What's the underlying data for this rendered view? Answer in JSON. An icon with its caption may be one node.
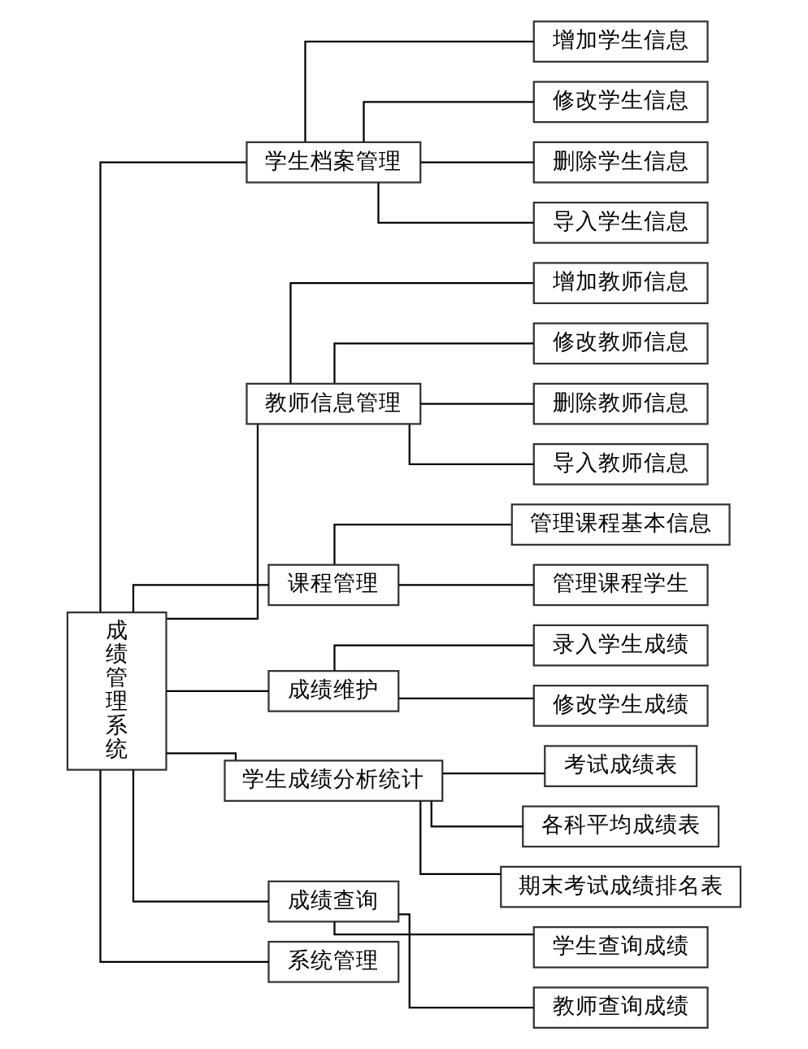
{
  "diagram": {
    "nodes": [
      {
        "text": [
          "成绩管理系统"
        ]
      },
      {
        "text": [
          "学生档案管理"
        ]
      },
      {
        "text": [
          "增加学生信息"
        ]
      },
      {
        "text": [
          "修改学生信息"
        ]
      },
      {
        "text": [
          "删除学生信息"
        ]
      },
      {
        "text": [
          "导入学生信息"
        ]
      },
      {
        "text": [
          "教师信息管理"
        ]
      },
      {
        "text": [
          "增加教师信息"
        ]
      },
      {
        "text": [
          "修改教师信息"
        ]
      },
      {
        "text": [
          "删除教师信息"
        ]
      },
      {
        "text": [
          "导入教师信息"
        ]
      },
      {
        "text": [
          "课程管理"
        ]
      },
      {
        "text": [
          "管理课程基本信息"
        ]
      },
      {
        "text": [
          "管理课程学生"
        ]
      },
      {
        "text": [
          "成绩维护"
        ]
      },
      {
        "text": [
          "录入学生成绩"
        ]
      },
      {
        "text": [
          "修改学生成绩"
        ]
      },
      {
        "text": [
          "学生成绩分析统计"
        ]
      },
      {
        "text": [
          "考试成绩表"
        ]
      },
      {
        "text": [
          "各科平均成绩表"
        ]
      },
      {
        "text": [
          "期末考试成绩排名表"
        ]
      },
      {
        "text": [
          "成绩查询"
        ]
      },
      {
        "text": [
          "学生查询成绩"
        ]
      },
      {
        "text": [
          "教师查询成绩"
        ]
      },
      {
        "text": [
          "系统管理"
        ]
      }
    ],
    "edges": [
      {
        "from": 0,
        "to": 1,
        "arrow": "none"
      },
      {
        "from": 1,
        "to": 2,
        "arrow": "none"
      },
      {
        "from": 1,
        "to": 3,
        "arrow": "none"
      },
      {
        "from": 1,
        "to": 4,
        "arrow": "none"
      },
      {
        "from": 1,
        "to": 5,
        "arrow": "none"
      },
      {
        "from": 0,
        "to": 6,
        "arrow": "none"
      },
      {
        "from": 6,
        "to": 7,
        "arrow": "none"
      },
      {
        "from": 6,
        "to": 8,
        "arrow": "none"
      },
      {
        "from": 6,
        "to": 9,
        "arrow": "none"
      },
      {
        "from": 6,
        "to": 10,
        "arrow": "none"
      },
      {
        "from": 0,
        "to": 11,
        "arrow": "none"
      },
      {
        "from": 11,
        "to": 12,
        "arrow": "none"
      },
      {
        "from": 11,
        "to": 13,
        "arrow": "none"
      },
      {
        "from": 0,
        "to": 14,
        "arrow": "none"
      },
      {
        "from": 14,
        "to": 15,
        "arrow": "none"
      },
      {
        "from": 14,
        "to": 16,
        "arrow": "none"
      },
      {
        "from": 0,
        "to": 17,
        "arrow": "none"
      },
      {
        "from": 17,
        "to": 18,
        "arrow": "none"
      },
      {
        "from": 17,
        "to": 19,
        "arrow": "none"
      },
      {
        "from": 17,
        "to": 20,
        "arrow": "none"
      },
      {
        "from": 0,
        "to": 21,
        "arrow": "none"
      },
      {
        "from": 21,
        "to": 22,
        "arrow": "none"
      },
      {
        "from": 21,
        "to": 23,
        "arrow": "none"
      },
      {
        "from": 0,
        "to": 24,
        "arrow": "none"
      }
    ]
  }
}
